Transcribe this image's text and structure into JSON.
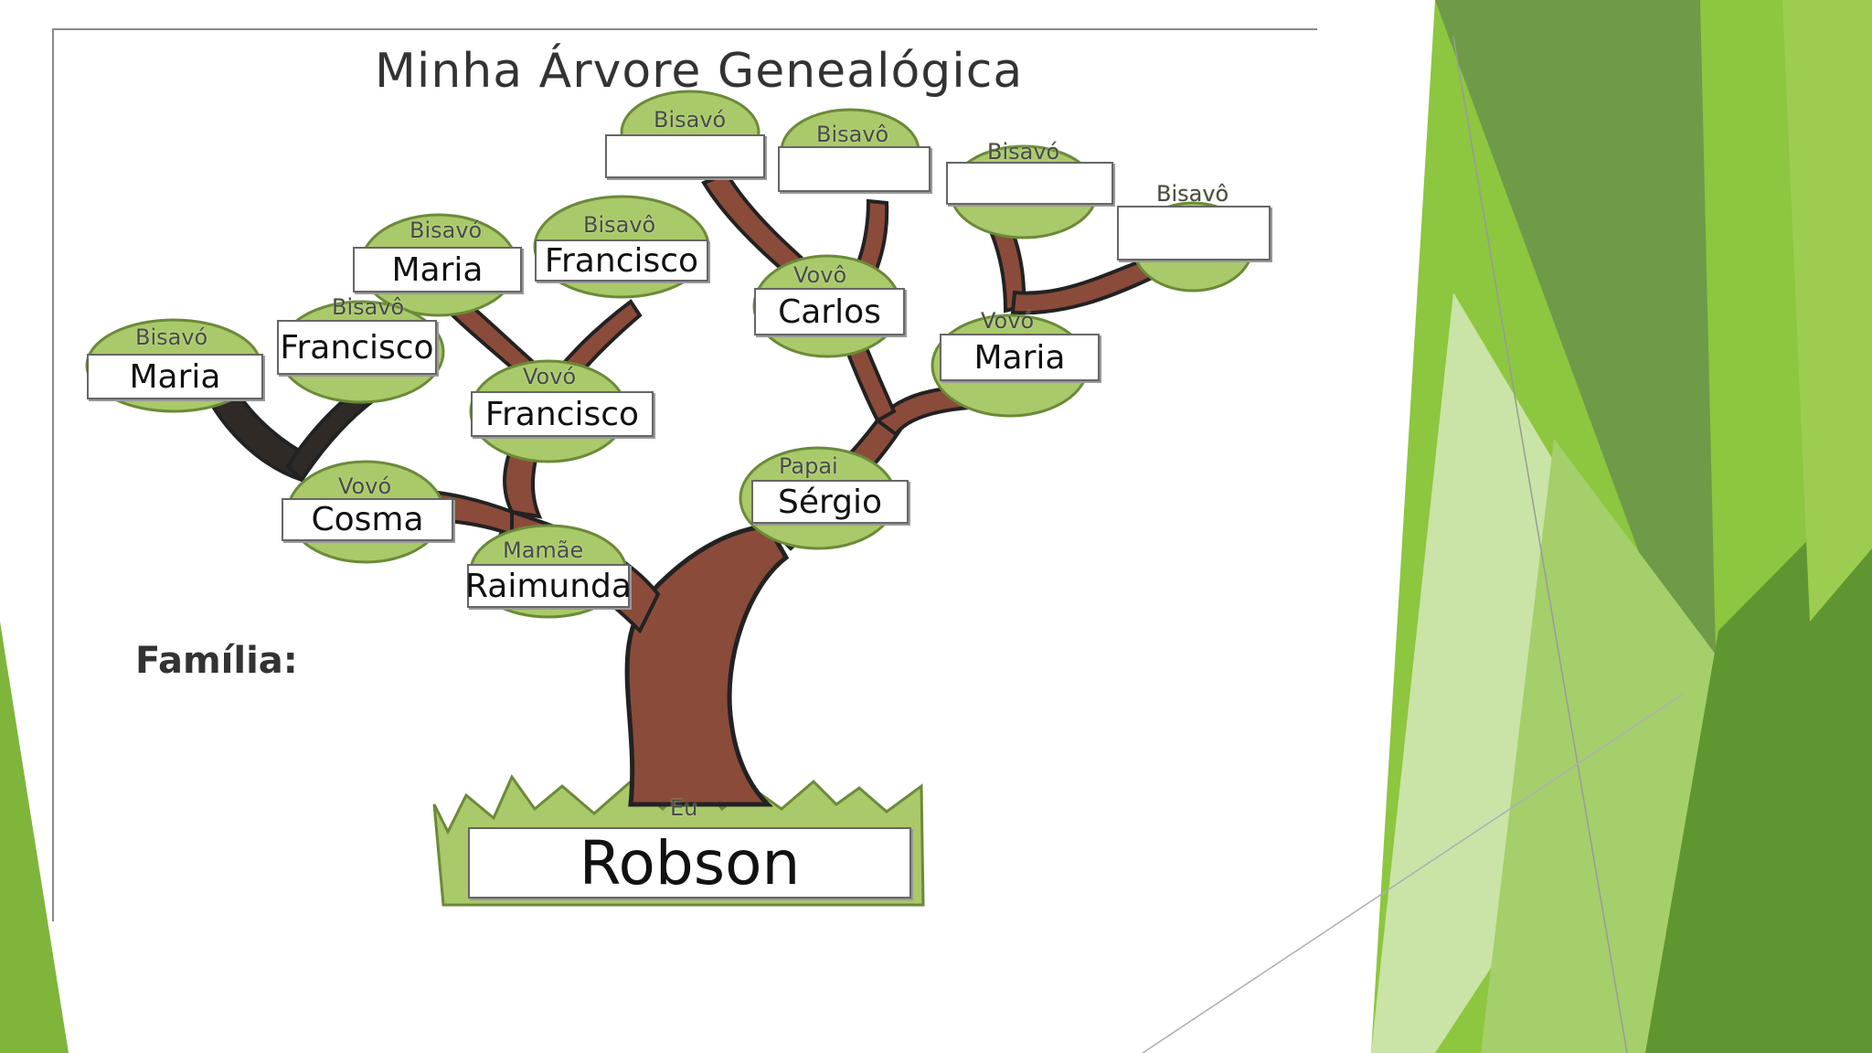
{
  "title": "Minha Árvore Genealógica",
  "family_label": "Família:",
  "roles": {
    "bisavo": "Bisavó",
    "bisavo_m": "Bisavô",
    "vovo": "Vovó",
    "vovo_m": "Vovô",
    "papai": "Papai",
    "mamae": "Mamãe",
    "eu": "Eu"
  },
  "people": {
    "bisavo_1": "Maria",
    "bisavo_2": "Francisco",
    "bisavo_3": "Maria",
    "bisavo_4": "Francisco",
    "vovo_paternal_mother": "Cosma",
    "vovo_paternal_father": "Francisco",
    "vovo_maternal_father": "Carlos",
    "vovo_maternal_mother": "Maria",
    "mamae": "Raimunda",
    "papai": "Sérgio",
    "eu": "Robson",
    "bisavo_top_1": "",
    "bisavo_top_2": "",
    "bisavo_top_3": "",
    "bisavo_top_4": ""
  },
  "colors": {
    "leaf": "#a9c96a",
    "leaf_dark": "#7d9e45",
    "trunk": "#8b4b3a",
    "trunk_dark": "#3a2a22",
    "accent_green": "#8dc63f",
    "accent_dark": "#6a8f3f"
  }
}
